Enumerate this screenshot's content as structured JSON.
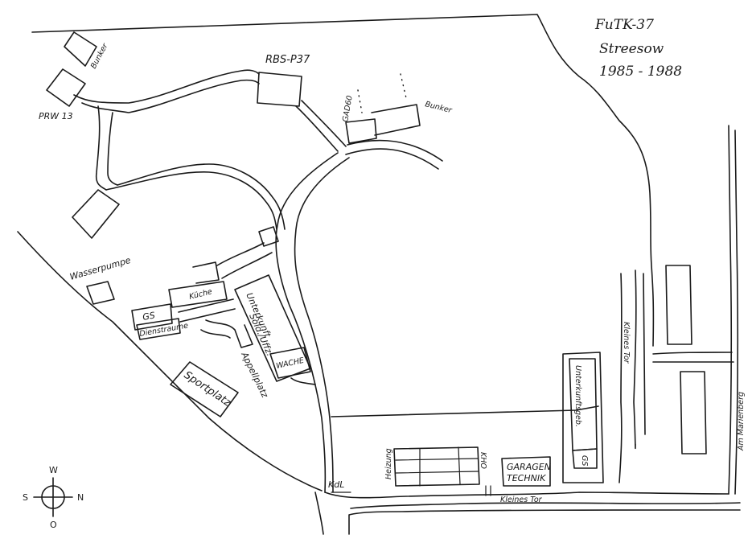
{
  "title": {
    "unit": "FuTK-37",
    "place": "Streesow",
    "years": "1985 - 1988"
  },
  "buildings": {
    "bunker_nw": "Bunker",
    "prw13": "PRW 13",
    "rbs_p37": "RBS-P37",
    "gad60": "GAD60",
    "bunker_ne": "Bunker",
    "wasserpumpe": "Wasserpumpe",
    "kueche": "Küche",
    "gs_left": "GS",
    "dienstraume": "Dienstraume",
    "unterkunft_1": "Unterkunft",
    "unterkunft_2": "Sold./Uffz.",
    "wache": "WACHE",
    "sportplatz": "Sportplatz",
    "appellplatz": "Appellplatz",
    "heizung": "Heizung",
    "kho": "KHO",
    "garagen_1": "GARAGEN",
    "garagen_2": "TECHNIK",
    "unterkunftsgeb": "Unterkunftsgeb.",
    "gs_right": "GS"
  },
  "roads": {
    "kdl": "KdL",
    "kleines_tor_south": "Kleines Tor",
    "kleines_tor_east": "Kleines Tor",
    "am_marienberg": "Am Marienberg"
  },
  "compass": {
    "top": "W",
    "left": "S",
    "right": "N",
    "bottom": "O"
  }
}
